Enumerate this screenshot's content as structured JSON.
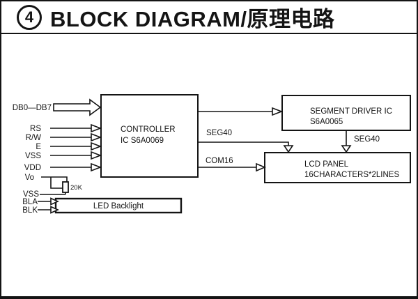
{
  "title": {
    "number": "4",
    "text": "BLOCK DIAGRAM/原理电路"
  },
  "blocks": {
    "controller": {
      "line1": "CONTROLLER",
      "line2": "IC S6A0069"
    },
    "segment_driver": {
      "line1": "SEGMENT DRIVER IC",
      "line2": "S6A0065"
    },
    "lcd_panel": {
      "line1": "LCD PANEL",
      "line2": "16CHARACTERS*2LINES"
    },
    "led_backlight": {
      "label": "LED Backlight"
    }
  },
  "signals": {
    "data_bus": "DB0—DB7",
    "rs": "RS",
    "rw": "R/W",
    "e": "E",
    "vss": "VSS",
    "vdd": "VDD",
    "vo": "Vo",
    "vss2": "VSS",
    "bla": "BLA",
    "blk": "BLK",
    "resistor_value": "20K",
    "seg40_controller": "SEG40",
    "com16": "COM16",
    "seg40_driver": "SEG40"
  },
  "colors": {
    "ink": "#141414",
    "background": "#ffffff"
  }
}
